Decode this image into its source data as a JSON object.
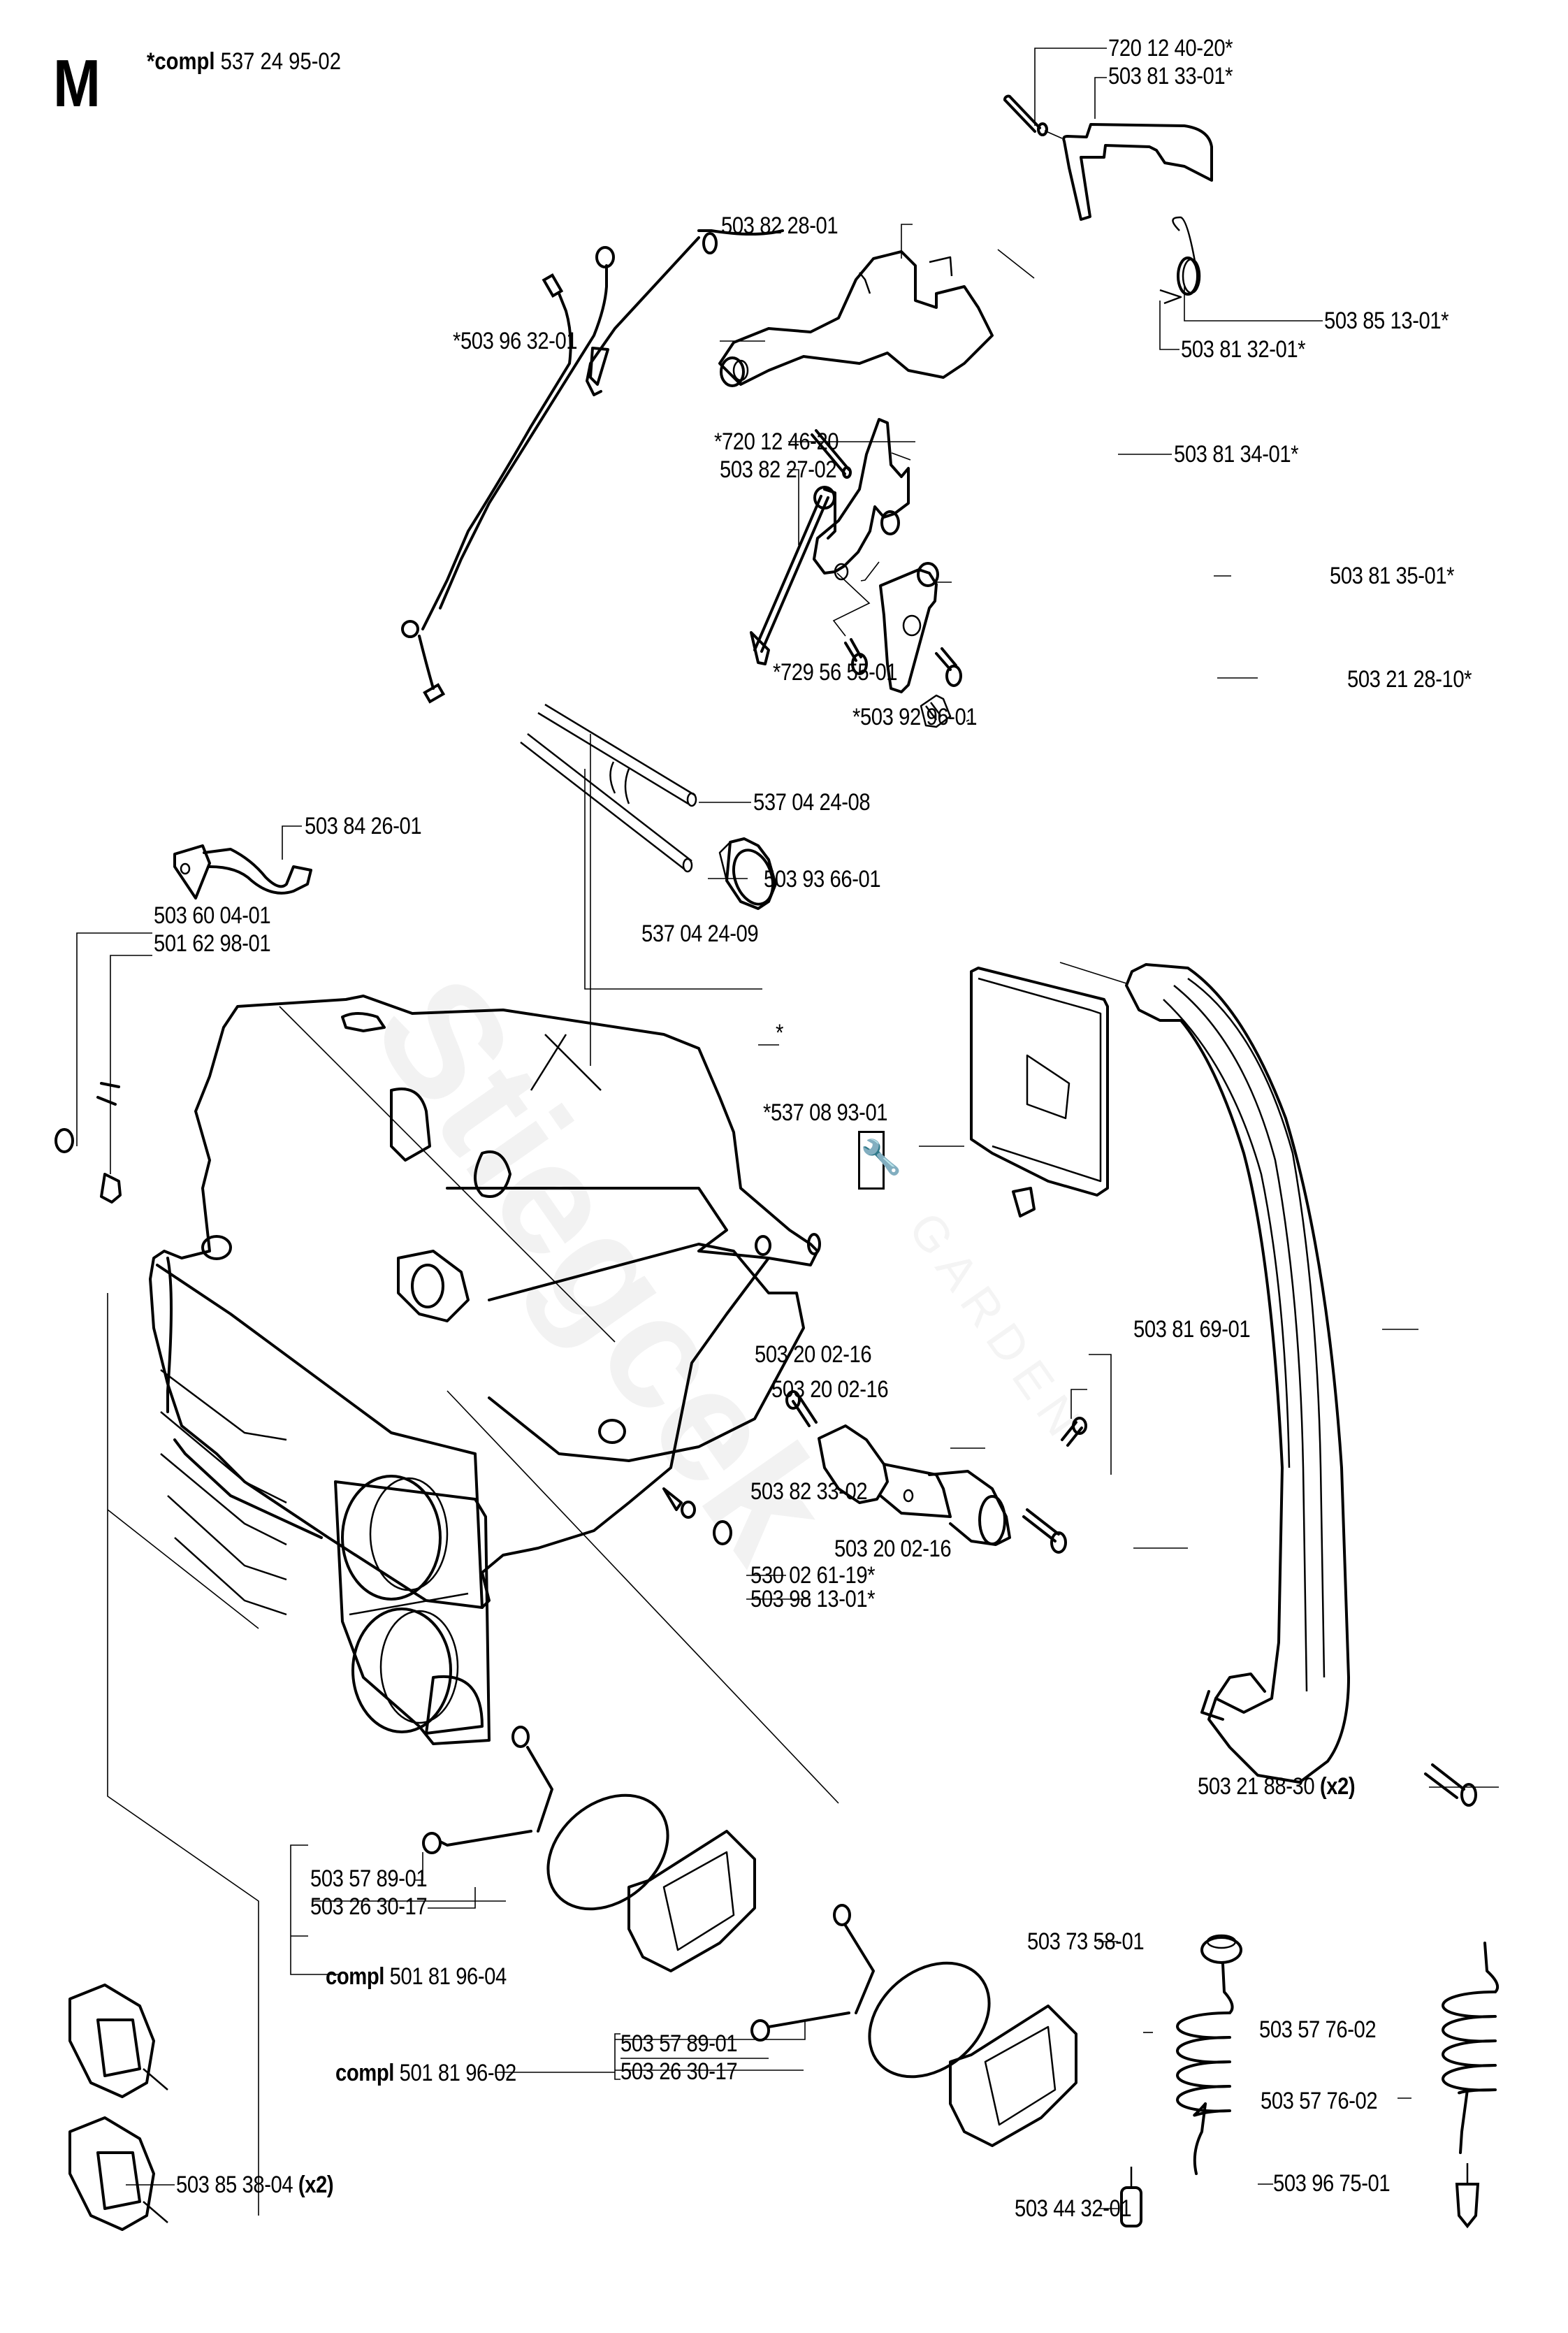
{
  "header": {
    "section_letter": "M",
    "kit_prefix": "*compl",
    "kit_part_number": "537 24 95-02"
  },
  "watermark": {
    "text": "Stiegcek",
    "subtext": "GARDEN"
  },
  "tool_icon": "wrench-icon",
  "parts": [
    {
      "id": "p01",
      "label": "720 12 40-20*",
      "component": "pin"
    },
    {
      "id": "p02",
      "label": "503 81 33-01*",
      "component": "throttle-lockout"
    },
    {
      "id": "p03",
      "label": "503 82 28-01",
      "component": "choke-rod"
    },
    {
      "id": "p04",
      "label": "503 85 13-01*",
      "component": "spring"
    },
    {
      "id": "p05",
      "label": "*503 96 32-01",
      "component": "stop-switch-cable"
    },
    {
      "id": "p06",
      "label": "503 81 32-01*",
      "component": "throttle-trigger"
    },
    {
      "id": "p07",
      "label": "*720 12 46-20",
      "component": "pin"
    },
    {
      "id": "p08",
      "label": "503 81 34-01*",
      "component": "lever"
    },
    {
      "id": "p09",
      "label": "503 82 27-02",
      "component": "throttle-rod"
    },
    {
      "id": "p10",
      "label": "503 81 35-01*",
      "component": "bracket"
    },
    {
      "id": "p11",
      "label": "*729 56 55-01",
      "component": "screw"
    },
    {
      "id": "p12",
      "label": "503 21 28-10*",
      "component": "screw"
    },
    {
      "id": "p13",
      "label": "*503 92 96-01",
      "component": "spring"
    },
    {
      "id": "p14",
      "label": "537 04 24-08",
      "component": "fuel-hose"
    },
    {
      "id": "p15",
      "label": "503 84 26-01",
      "component": "cable"
    },
    {
      "id": "p16",
      "label": "503 93 66-01",
      "component": "primer-bulb"
    },
    {
      "id": "p17",
      "label": "537 04 24-09",
      "component": "fuel-hose"
    },
    {
      "id": "p18",
      "label": "503 60 04-01",
      "component": "filter"
    },
    {
      "id": "p19",
      "label": "501 62 98-01",
      "component": "bushing"
    },
    {
      "id": "p20",
      "label": "*",
      "component": "fuel-tank-housing"
    },
    {
      "id": "p21",
      "label": "*537 08 93-01",
      "component": "cover"
    },
    {
      "id": "p22",
      "label": "503 81 69-01",
      "component": "front-handle"
    },
    {
      "id": "p23",
      "label": "503 20 02-16",
      "component": "screw"
    },
    {
      "id": "p24",
      "label": "503 20 02-16",
      "component": "screw"
    },
    {
      "id": "p25",
      "label": "503 82 33-02",
      "component": "vibration-damper"
    },
    {
      "id": "p26",
      "label": "503 20 02-16",
      "component": "screw"
    },
    {
      "id": "p27",
      "label": "530 02 61-19*",
      "component": "screw"
    },
    {
      "id": "p28",
      "label": "503 98 13-01*",
      "component": "filter"
    },
    {
      "id": "p29",
      "label": "503 21 88-30",
      "qty": "(x2)",
      "component": "screw"
    },
    {
      "id": "p30",
      "label": "503 57 89-01",
      "component": "strap"
    },
    {
      "id": "p31",
      "label": "503 26 30-17",
      "component": "o-ring"
    },
    {
      "id": "p32",
      "label": "501 81 96-04",
      "prefix": "compl",
      "component": "tank-cap-assembly"
    },
    {
      "id": "p33",
      "label": "503 73 58-01",
      "component": "grommet"
    },
    {
      "id": "p34",
      "label": "503 57 76-02",
      "component": "fuel-hose-coiled"
    },
    {
      "id": "p35",
      "label": "503 57 76-02",
      "component": "oil-hose-coiled"
    },
    {
      "id": "p36",
      "label": "503 57 89-01",
      "component": "strap"
    },
    {
      "id": "p37",
      "label": "501 81 96-02",
      "prefix": "compl",
      "component": "tank-cap-assembly"
    },
    {
      "id": "p38",
      "label": "503 26 30-17",
      "component": "o-ring"
    },
    {
      "id": "p39",
      "label": "503 96 75-01",
      "component": "oil-filter"
    },
    {
      "id": "p40",
      "label": "503 44 32-01",
      "component": "fuel-filter"
    },
    {
      "id": "p41",
      "label": "503 85 38-04",
      "qty": "(x2)",
      "component": "vibration-damper"
    }
  ]
}
